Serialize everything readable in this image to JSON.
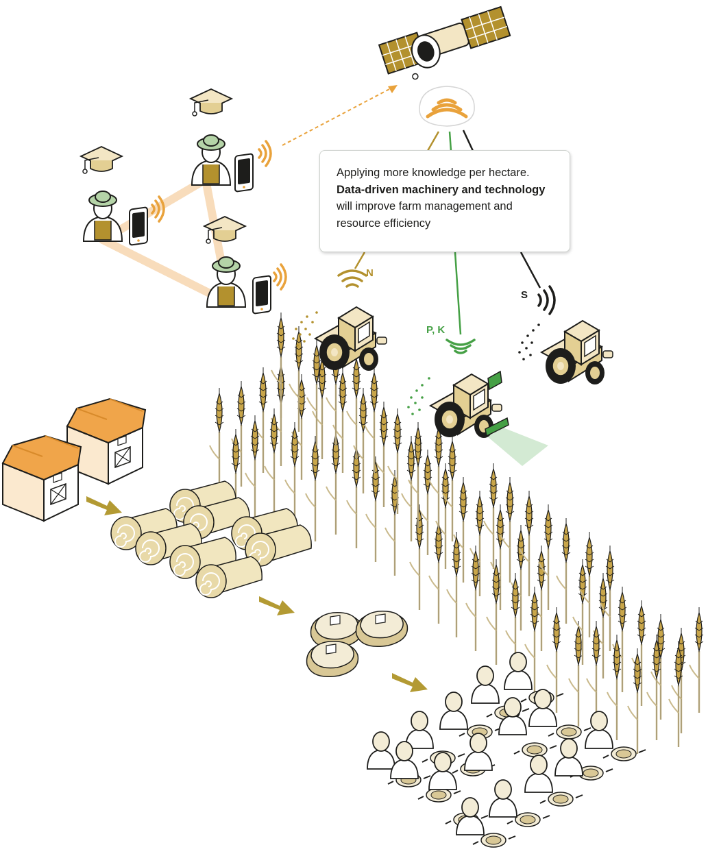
{
  "callout": {
    "text_1": "Applying more knowledge per hectare. ",
    "text_bold": "Data-driven machinery and technology",
    "text_2": " will improve farm management and resource efficiency"
  },
  "tractor_labels": {
    "n": "N",
    "pk": "P, K",
    "s": "S"
  },
  "colors": {
    "n_signal": "#b3912e",
    "pk_signal": "#45a045",
    "s_signal": "#1d1d1b",
    "wifi_orange": "#e9a23b",
    "barn_orange": "#f0a54a",
    "hay": "#e8d9a8",
    "flow_arrow": "#b39a33"
  }
}
